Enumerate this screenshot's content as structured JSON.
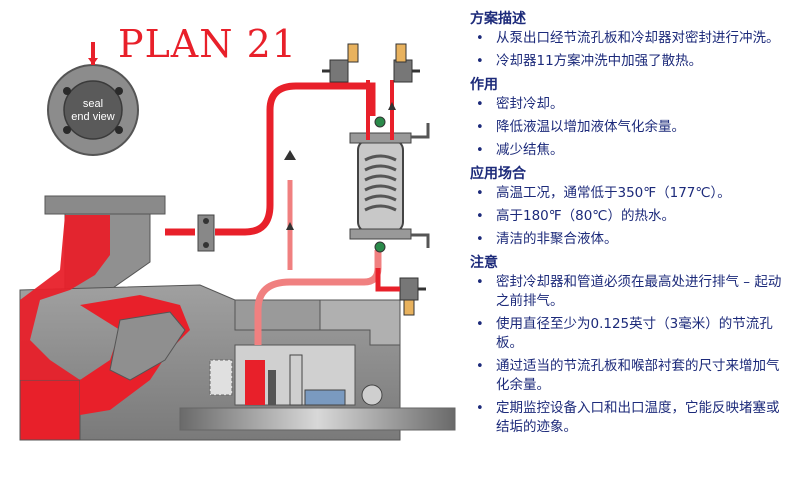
{
  "title": "PLAN 21",
  "seal_label": [
    "seal",
    "end view"
  ],
  "sections": [
    {
      "heading": "方案描述",
      "items": [
        "从泵出口经节流孔板和冷却器对密封进行冲洗。",
        "冷却器11方案冲洗中加强了散热。"
      ]
    },
    {
      "heading": "作用",
      "items": [
        "密封冷却。",
        "降低液温以增加液体气化余量。",
        "减少结焦。"
      ]
    },
    {
      "heading": "应用场合",
      "items": [
        "高温工况，通常低于350℉（177℃）。",
        "高于180℉（80℃）的热水。",
        "清洁的非聚合液体。"
      ]
    },
    {
      "heading": "注意",
      "items": [
        "密封冷却器和管道必须在最高处进行排气 – 起动之前排气。",
        "使用直径至少为0.125英寸（3毫米）的节流孔板。",
        "通过适当的节流孔板和喉部衬套的尺寸来增加气化余量。",
        "定期监控设备入口和出口温度，它能反映堵塞或结垢的迹象。"
      ]
    }
  ],
  "colors": {
    "process_fluid": "#e8202a",
    "cooled_flush": "#f08080",
    "pump_casing": "#8e8e8e",
    "text": "#1c2a7a"
  }
}
